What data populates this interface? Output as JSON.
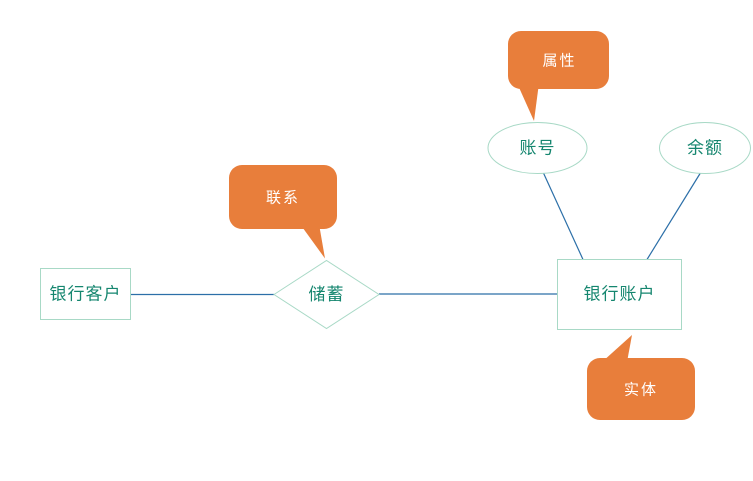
{
  "diagram": {
    "title": "ER diagram - bank savings",
    "colors": {
      "background": "#FFFFFF",
      "callout_fill": "#E87E3B",
      "callout_text": "#FFFFFF",
      "node_fill": "#FFFFFF",
      "node_border": "#A8D9C6",
      "node_text": "#15866F",
      "connector": "#2C6FA8"
    },
    "nodes": [
      {
        "id": "bank-customer",
        "type": "rectangle",
        "label": "银行客户"
      },
      {
        "id": "savings",
        "type": "diamond",
        "label": "储蓄"
      },
      {
        "id": "bank-account",
        "type": "rectangle",
        "label": "银行账户"
      },
      {
        "id": "account-number",
        "type": "ellipse",
        "label": "账号"
      },
      {
        "id": "balance",
        "type": "ellipse",
        "label": "余额"
      }
    ],
    "callouts": [
      {
        "id": "attribute",
        "label": "属性",
        "points_to": "account-number"
      },
      {
        "id": "relationship",
        "label": "联系",
        "points_to": "savings"
      },
      {
        "id": "entity",
        "label": "实体",
        "points_to": "bank-account"
      }
    ],
    "connections": [
      {
        "from": "bank-customer",
        "to": "savings"
      },
      {
        "from": "savings",
        "to": "bank-account"
      },
      {
        "from": "account-number",
        "to": "bank-account"
      },
      {
        "from": "balance",
        "to": "bank-account"
      }
    ]
  }
}
